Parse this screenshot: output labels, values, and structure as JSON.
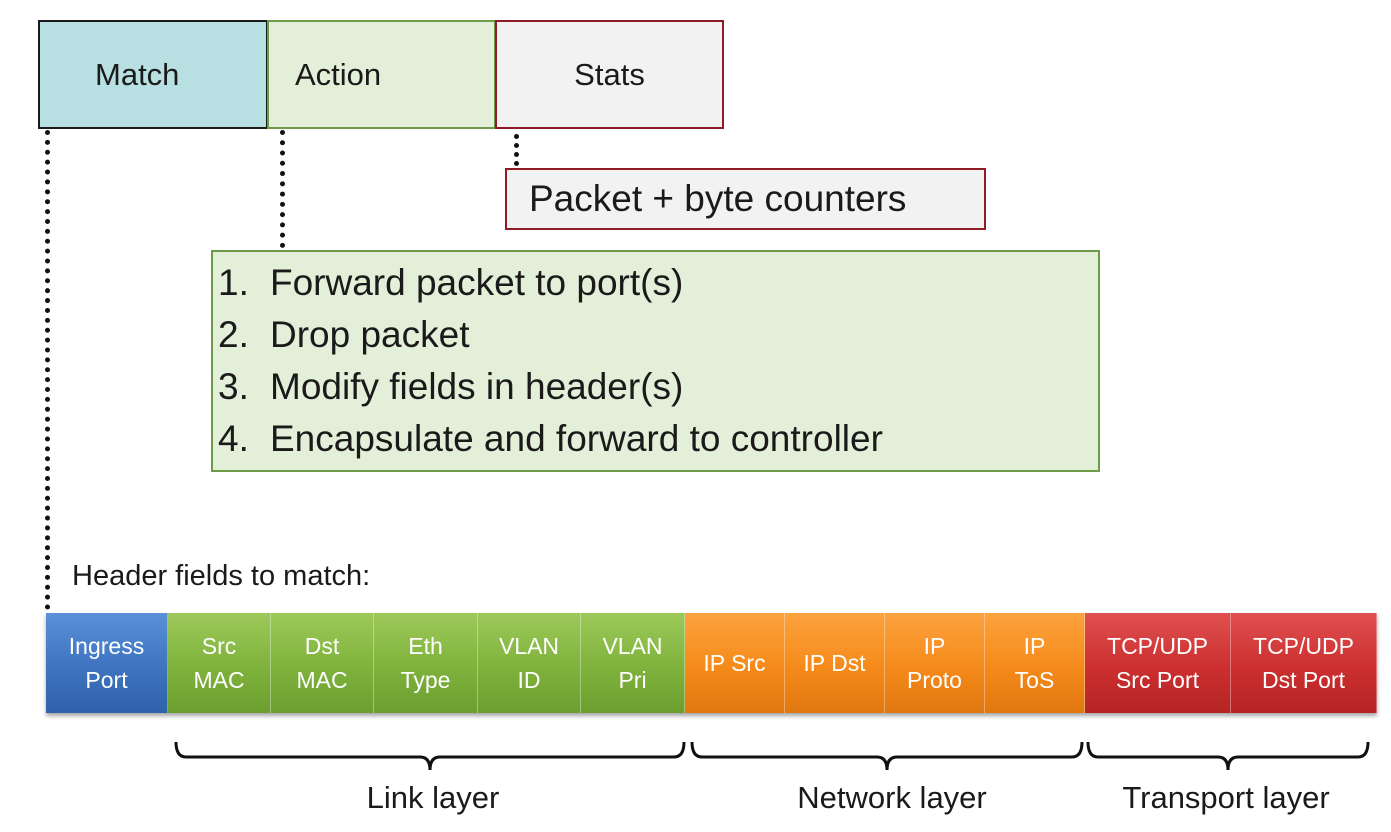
{
  "table_entry": {
    "match_label": "Match",
    "action_label": "Action",
    "stats_label": "Stats"
  },
  "stats_detail": "Packet + byte counters",
  "actions": [
    {
      "num": "1.",
      "text": "Forward packet to port(s)"
    },
    {
      "num": "2.",
      "text": "Drop packet"
    },
    {
      "num": "3.",
      "text": "Modify fields in header(s)"
    },
    {
      "num": "4.",
      "text": "Encapsulate and forward to controller"
    }
  ],
  "header_fields_label": "Header fields to match:",
  "header_fields": [
    {
      "label": "Ingress\nPort",
      "group": "blue"
    },
    {
      "label": "Src\nMAC",
      "group": "green"
    },
    {
      "label": "Dst\nMAC",
      "group": "green"
    },
    {
      "label": "Eth\nType",
      "group": "green"
    },
    {
      "label": "VLAN\nID",
      "group": "green"
    },
    {
      "label": "VLAN\nPri",
      "group": "green"
    },
    {
      "label": "IP Src",
      "group": "orange"
    },
    {
      "label": "IP Dst",
      "group": "orange"
    },
    {
      "label": "IP\nProto",
      "group": "orange"
    },
    {
      "label": "IP\nToS",
      "group": "orange"
    },
    {
      "label": "TCP/UDP\nSrc Port",
      "group": "red"
    },
    {
      "label": "TCP/UDP\nDst Port",
      "group": "red"
    }
  ],
  "layers": {
    "link": "Link layer",
    "network": "Network layer",
    "transport": "Transport layer"
  },
  "colors": {
    "match_fill": "#b8dfe2",
    "action_fill": "#e3efd8",
    "stats_fill": "#f2f2f2",
    "ingress": "#3e73c0",
    "link": "#7fb23c",
    "network": "#f58a1a",
    "transport": "#cc2f2f"
  }
}
